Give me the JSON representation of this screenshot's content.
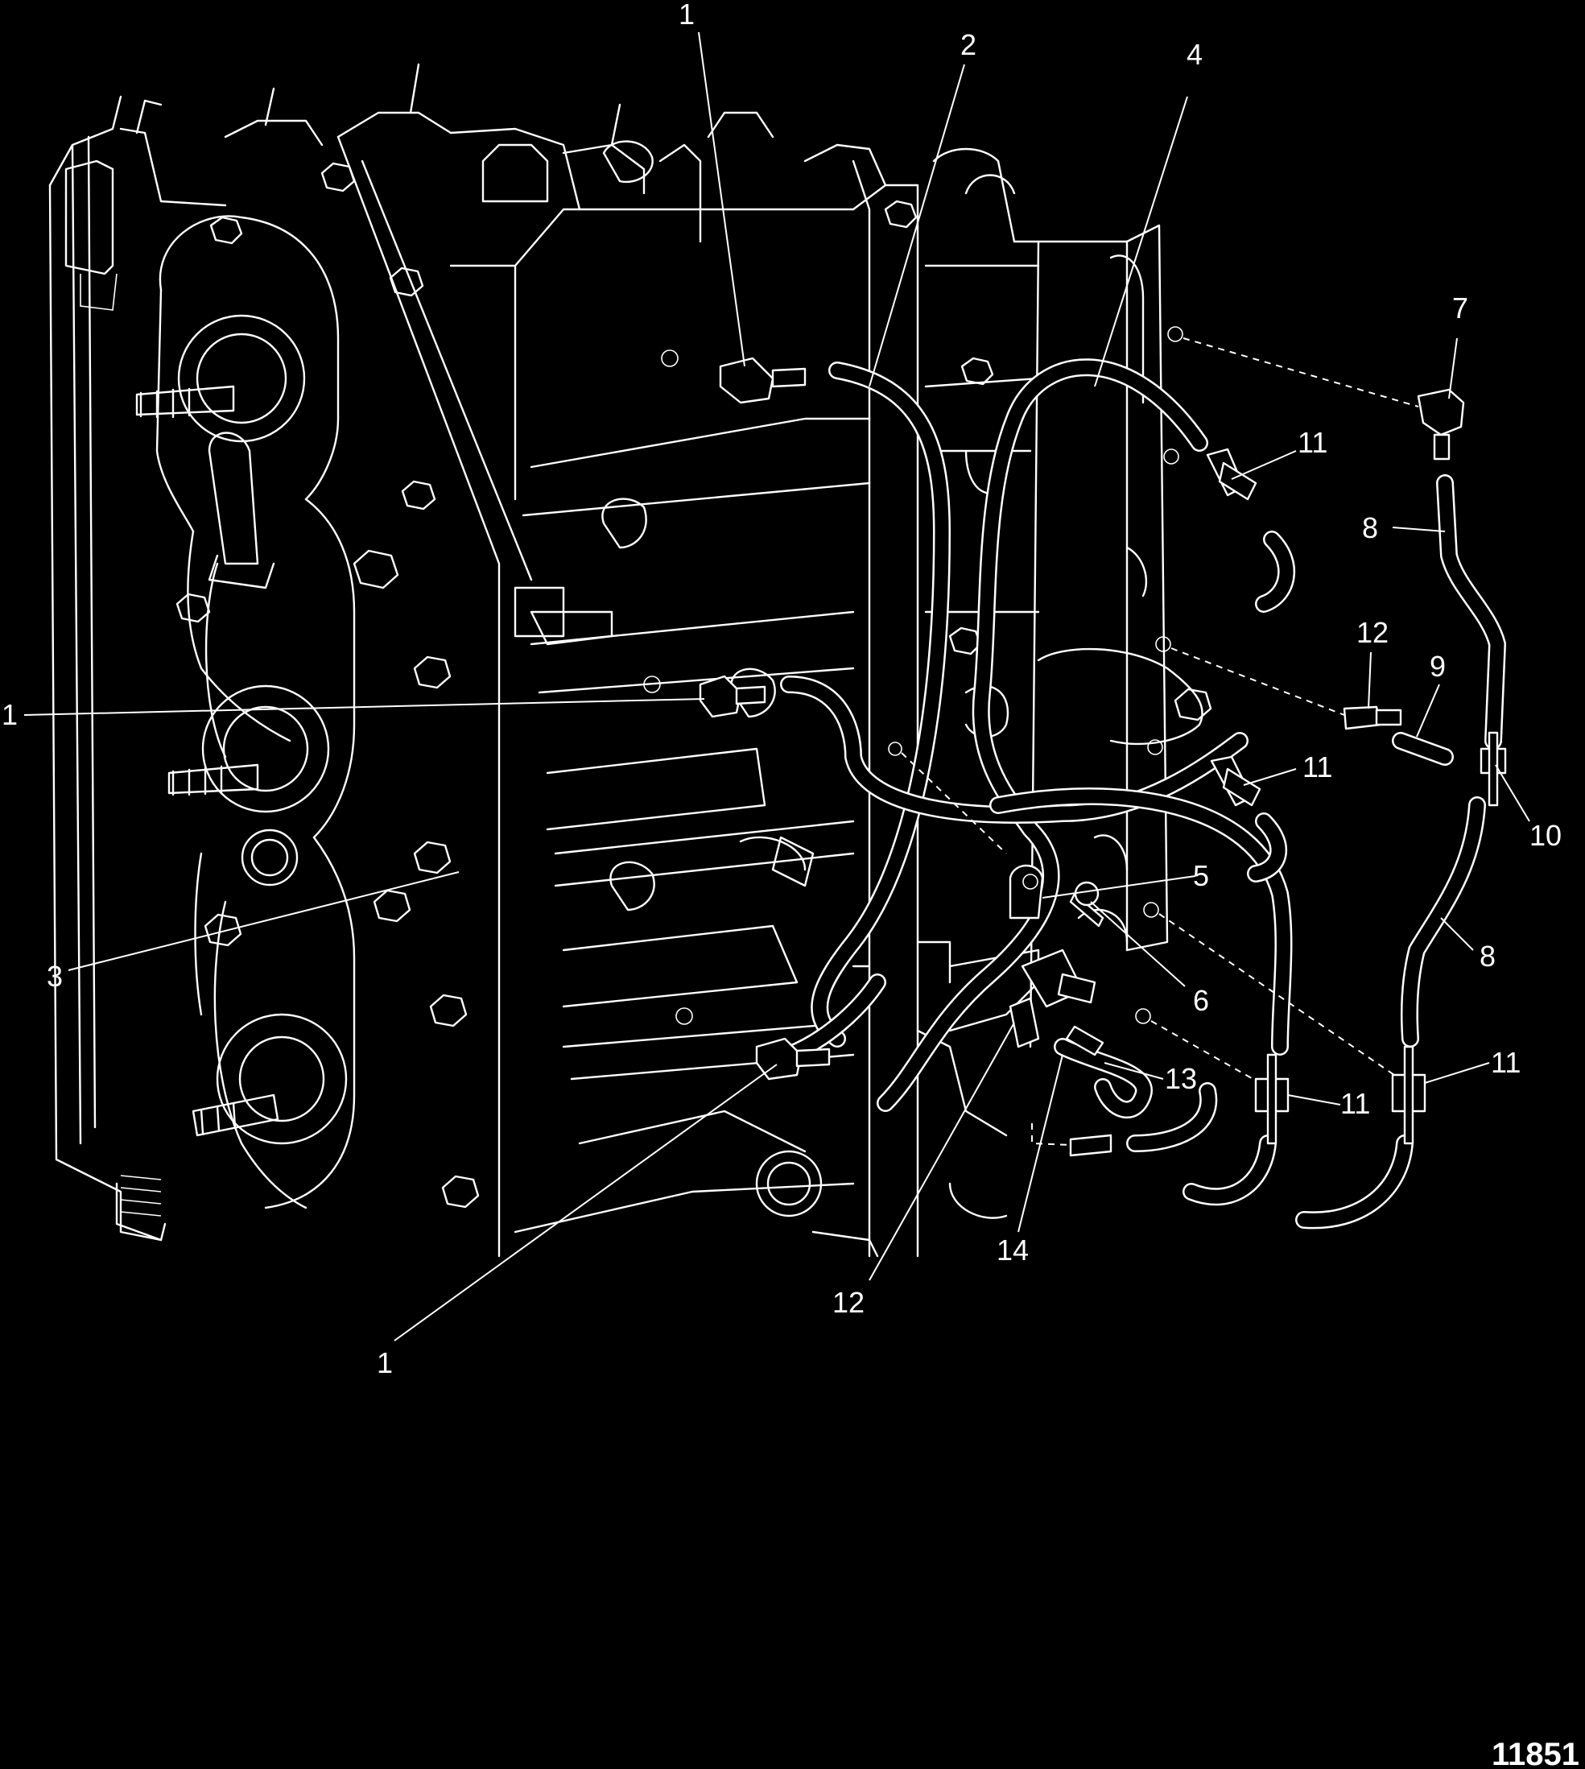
{
  "figure": {
    "figure_number": "11851",
    "callouts": [
      {
        "id": "c1a",
        "text": "1"
      },
      {
        "id": "c2",
        "text": "2"
      },
      {
        "id": "c4",
        "text": "4"
      },
      {
        "id": "c7",
        "text": "7"
      },
      {
        "id": "c11a",
        "text": "11"
      },
      {
        "id": "c8a",
        "text": "8"
      },
      {
        "id": "c12a",
        "text": "12"
      },
      {
        "id": "c9",
        "text": "9"
      },
      {
        "id": "c1b",
        "text": "1"
      },
      {
        "id": "c11b",
        "text": "11"
      },
      {
        "id": "c10",
        "text": "10"
      },
      {
        "id": "c5",
        "text": "5"
      },
      {
        "id": "c3",
        "text": "3"
      },
      {
        "id": "c8b",
        "text": "8"
      },
      {
        "id": "c6",
        "text": "6"
      },
      {
        "id": "c11c",
        "text": "11"
      },
      {
        "id": "c13",
        "text": "13"
      },
      {
        "id": "c11d",
        "text": "11"
      },
      {
        "id": "c14",
        "text": "14"
      },
      {
        "id": "c12b",
        "text": "12"
      },
      {
        "id": "c1c",
        "text": "1"
      }
    ]
  },
  "colors": {
    "background": "#000000",
    "linework": "#ffffff"
  }
}
